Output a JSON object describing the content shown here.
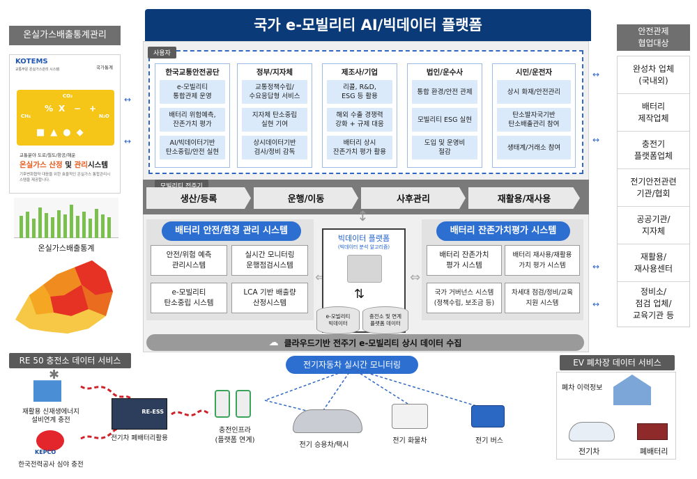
{
  "title": "국가 e-모빌리티 AI/빅데이터 플랫폼",
  "left_panel": {
    "header": "온실가스배출통계관리",
    "logo": "KOTEMS",
    "logo_sub": "교통부문 온실가스관리 시스템",
    "corner_label": "국가통계",
    "symbols": [
      "CO₂",
      "%",
      "X",
      "−",
      "+",
      "CH₄",
      "N₂O"
    ],
    "desc_small": "교통분야 도로/철도/항공/해운",
    "desc_main_1": "온실가스 산정",
    "desc_main_2": "및",
    "desc_main_3": "관리",
    "desc_main_4": "시스템",
    "desc_sub": "기후변화협약 대응을 위한 효율적인 온실가스 통합관리시스템을 제공합니다.",
    "caption": "온실가스배출통계"
  },
  "users": {
    "tag": "사용자",
    "columns": [
      {
        "head": "한국교통안전공단",
        "cells": [
          "e-모빌리티\n통합관제 운영",
          "배터리 위험예측,\n잔존가치 평가",
          "AI/빅데이터기반\n탄소중립/안전 실현"
        ]
      },
      {
        "head": "정부/지자체",
        "cells": [
          "교통정책수립/\n수요응답형 서비스",
          "지자체 탄소중립\n실현 기여",
          "상시데이터기반\n검사/정비 감독"
        ]
      },
      {
        "head": "제조사/기업",
        "cells": [
          "리콜, R&D,\nESG 등 활용",
          "해외 수출 경쟁력\n강화 + 규제 대응",
          "배터리 상시\n잔존가치 평가 활용"
        ]
      },
      {
        "head": "법인/운수사",
        "cells": [
          "통합 환경/안전 관제",
          "모빌리티 ESG 실현",
          "도입 및 운영비\n절감"
        ]
      },
      {
        "head": "시민/운전자",
        "cells": [
          "상시 화재/안전관리",
          "탄소발자국기반\n탄소배출관리 참여",
          "생태계/거래소 참여"
        ]
      }
    ]
  },
  "lifecycle": {
    "tag": "모빌리티 전주기",
    "stages": [
      "생산/등록",
      "운행/이동",
      "사후관리",
      "재활용/재사용"
    ]
  },
  "battery_safety": {
    "title": "배터리 안전/환경 관리 시스템",
    "boxes": [
      "안전/위험 예측\n관리시스템",
      "실시간 모니터링\n운행점검시스템",
      "e-모빌리티\n탄소중립 시스템",
      "LCA 기반 배출량\n산정시스템"
    ]
  },
  "bigdata": {
    "title": "빅데이터 플랫폼",
    "subtitle": "(빅데이터 분석 알고리즘)",
    "db_left": "e-모빌리티\n빅데이터",
    "db_right": "충전소 및 연계\n플랫폼 데이터"
  },
  "battery_value": {
    "title": "배터리 잔존가치평가 시스템",
    "boxes": [
      "배터리 잔존가치\n평가 시스템",
      "배터리 재사용/재활용\n가치 평가 시스템",
      "국가 거버넌스 시스템\n(정책수립, 보조금 등)",
      "차세대 점검/정비/교육\n지원 시스템"
    ]
  },
  "cloud_bar": "클라우드기반 전주기 e-모빌리티 상시 데이터 수집",
  "right_panel": {
    "header": "안전관제\n협업대상",
    "items": [
      "완성차 업체\n(국내외)",
      "배터리\n제작업체",
      "충전기\n플랫폼업체",
      "전기안전관련\n기관/협회",
      "공공기관/\n지자체",
      "재활용/\n재사용센터",
      "정비소/\n점검 업체/\n교육기관 등"
    ]
  },
  "re50": {
    "header": "RE 50 충전소 데이터 서비스",
    "renew_label": "재활용 신재생에너지\n설비연계 충전",
    "kepco_logo": "KEPCO",
    "kepco_label": "한국전력공사 심야 충전",
    "ess_text": "RE-ESS",
    "ess_label": "전기차 폐배터리활용",
    "charger_label": "충전인프라\n(플랫폼 연계)"
  },
  "monitoring": {
    "title": "전기자동차 실시간 모니터링",
    "vehicles": [
      "전기 승용차/택시",
      "전기 화물차",
      "전기 버스"
    ]
  },
  "ev_scrap": {
    "header": "EV 폐차장 데이터 서비스",
    "history": "폐차 이력정보",
    "ev": "전기차",
    "battery": "폐배터리"
  },
  "colors": {
    "title_bg": "#0b3a78",
    "accent_blue": "#2c6fd1",
    "header_gray": "#6f6f6f",
    "cell_blue": "#dbeafb"
  }
}
